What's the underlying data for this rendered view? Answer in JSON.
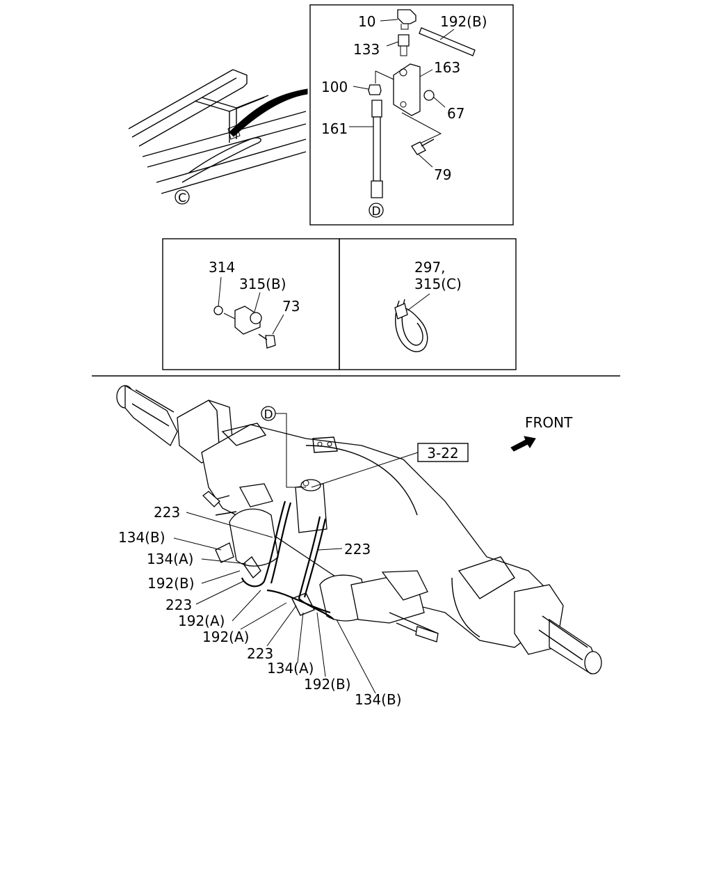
{
  "callouts": {
    "top_box": [
      {
        "id": "c-10",
        "text": "10"
      },
      {
        "id": "c-192b-top",
        "text": "192(B)"
      },
      {
        "id": "c-133",
        "text": "133"
      },
      {
        "id": "c-163",
        "text": "163"
      },
      {
        "id": "c-100",
        "text": "100"
      },
      {
        "id": "c-67",
        "text": "67"
      },
      {
        "id": "c-161",
        "text": "161"
      },
      {
        "id": "c-79",
        "text": "79"
      }
    ],
    "clamp_box": [
      {
        "id": "c-314",
        "text": "314"
      },
      {
        "id": "c-315b",
        "text": "315(B)"
      },
      {
        "id": "c-73",
        "text": "73"
      }
    ],
    "tie_box": [
      {
        "id": "c-297",
        "text": "297,"
      },
      {
        "id": "c-315c",
        "text": "315(C)"
      }
    ],
    "axle": [
      {
        "id": "a-223-1",
        "text": "223"
      },
      {
        "id": "a-134b-1",
        "text": "134(B)"
      },
      {
        "id": "a-134a-1",
        "text": "134(A)"
      },
      {
        "id": "a-192b-1",
        "text": "192(B)"
      },
      {
        "id": "a-223-2",
        "text": "223"
      },
      {
        "id": "a-192a-1",
        "text": "192(A)"
      },
      {
        "id": "a-192a-2",
        "text": "192(A)"
      },
      {
        "id": "a-223-3",
        "text": "223"
      },
      {
        "id": "a-134a-2",
        "text": "134(A)"
      },
      {
        "id": "a-192b-2",
        "text": "192(B)"
      },
      {
        "id": "a-134b-2",
        "text": "134(B)"
      },
      {
        "id": "a-223-right",
        "text": "223"
      }
    ]
  },
  "markers": {
    "C": "C",
    "D_top": "D",
    "D_axle": "D"
  },
  "reference_box": "3-22",
  "direction_label": "FRONT",
  "icons": {
    "front_arrow": "arrow-icon"
  }
}
